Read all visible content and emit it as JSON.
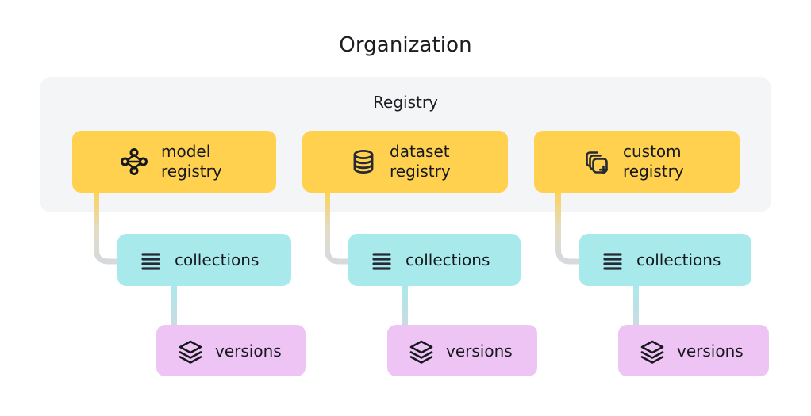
{
  "diagram": {
    "title": "Organization",
    "panel_label": "Registry",
    "colors": {
      "background": "#ffffff",
      "panel": "#f4f5f7",
      "registry_card": "#ffd14f",
      "collections_card": "#a8eaec",
      "versions_card": "#eec4f5",
      "text": "#16181d",
      "connector_gray": "#d6d9dd"
    },
    "columns": [
      {
        "registry": {
          "label_line1": "model",
          "label_line2": "registry",
          "icon": "node-graph-icon"
        },
        "collections": {
          "label": "collections",
          "icon": "list-lines-icon"
        },
        "versions": {
          "label": "versions",
          "icon": "layers-stack-icon"
        }
      },
      {
        "registry": {
          "label_line1": "dataset",
          "label_line2": "registry",
          "icon": "database-cylinder-icon"
        },
        "collections": {
          "label": "collections",
          "icon": "list-lines-icon"
        },
        "versions": {
          "label": "versions",
          "icon": "layers-stack-icon"
        }
      },
      {
        "registry": {
          "label_line1": "custom",
          "label_line2": "registry",
          "icon": "stacked-squares-plus-icon"
        },
        "collections": {
          "label": "collections",
          "icon": "list-lines-icon"
        },
        "versions": {
          "label": "versions",
          "icon": "layers-stack-icon"
        }
      }
    ]
  }
}
